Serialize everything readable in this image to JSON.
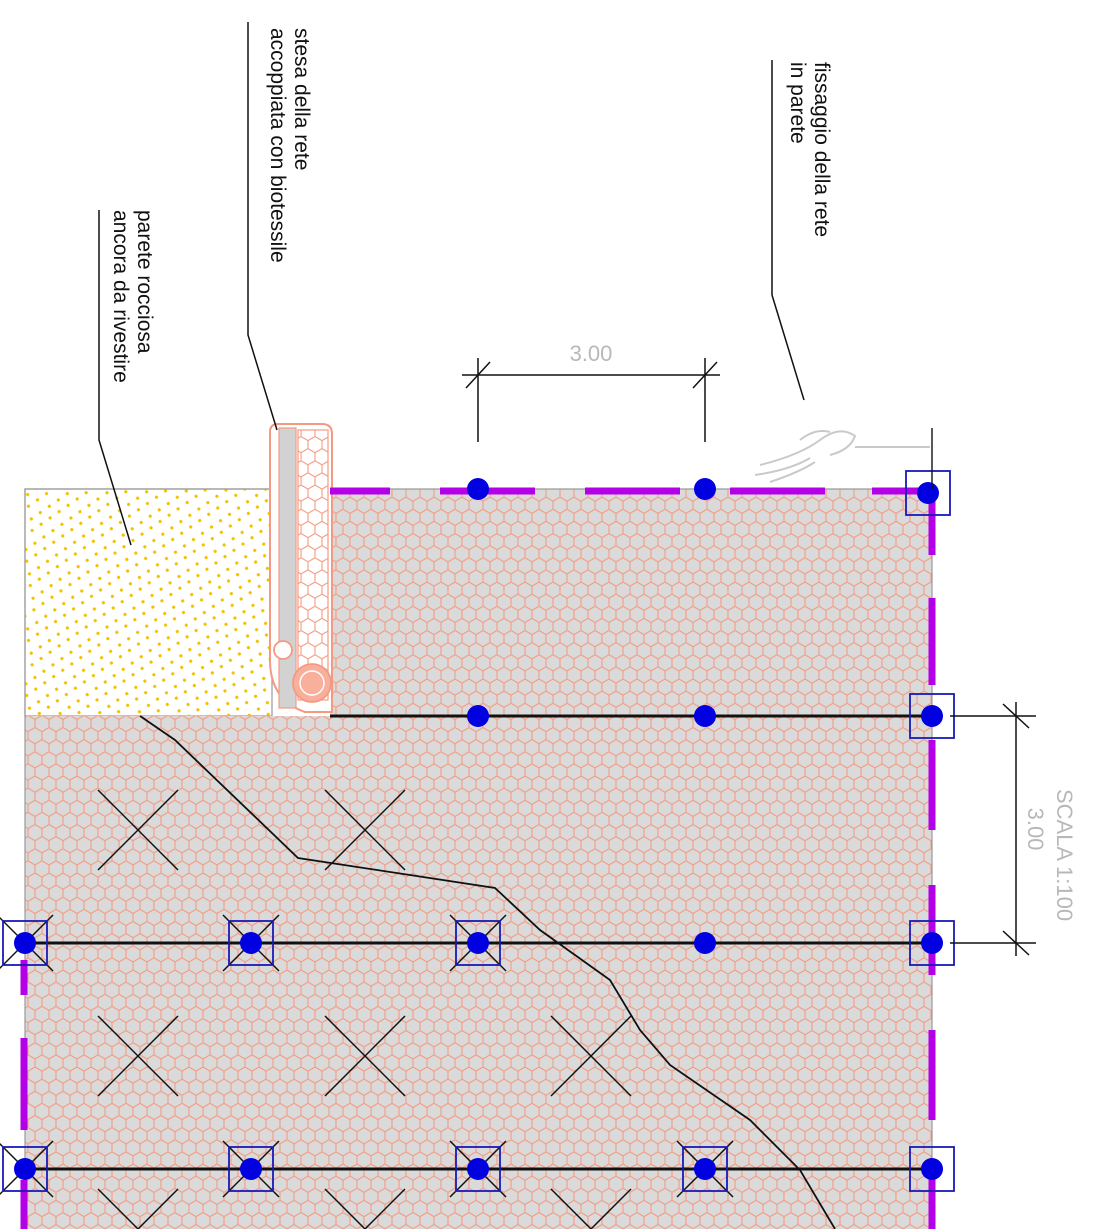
{
  "labels": {
    "rock_wall": [
      "parete rocciosa",
      "ancora da rivestire"
    ],
    "net_laying": [
      "stesa della rete",
      "accoppiata con biotessile"
    ],
    "net_fixing": [
      "fissaggio della rete",
      "in parete"
    ]
  },
  "dimensions": {
    "horizontal": "3.00",
    "vertical": "3.00"
  },
  "scale": "SCALA 1:100",
  "colors": {
    "net_fill": "#dadada",
    "net_mesh": "#f39a82",
    "boundary_dash": "#b400e6",
    "anchor_dot": "#0000e0",
    "anchor_box": "#1a1ab8",
    "rock_dots": "#f2c200",
    "line": "#111111",
    "dimension_text": "#b8b8b8"
  }
}
